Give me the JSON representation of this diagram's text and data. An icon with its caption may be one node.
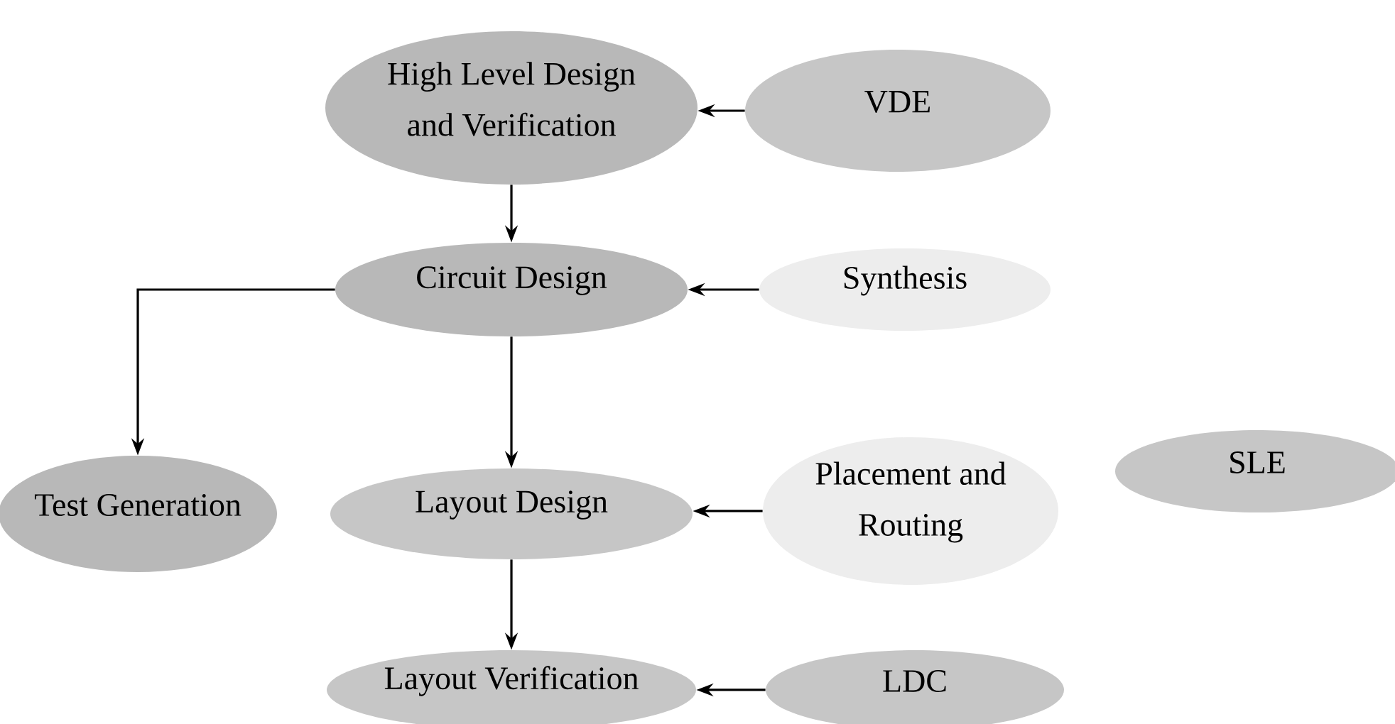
{
  "diagram": {
    "nodes": [
      {
        "text": [
          "High Level Design and Verification"
        ]
      },
      {
        "text": [
          "VDE"
        ]
      },
      {
        "text": [
          "Circuit Design"
        ]
      },
      {
        "text": [
          "Synthesis"
        ]
      },
      {
        "text": [
          "Test Generation"
        ]
      },
      {
        "text": [
          "Layout Design"
        ]
      },
      {
        "text": [
          "Placement and Routing"
        ]
      },
      {
        "text": [
          "SLE"
        ]
      },
      {
        "text": [
          "Layout Verification"
        ]
      },
      {
        "text": [
          "LDC"
        ]
      }
    ],
    "edges": [
      {
        "from": 1,
        "to": 0,
        "arrow": "to"
      },
      {
        "from": 0,
        "to": 2,
        "arrow": "to"
      },
      {
        "from": 3,
        "to": 2,
        "arrow": "to"
      },
      {
        "from": 2,
        "to": 4,
        "arrow": "to"
      },
      {
        "from": 2,
        "to": 5,
        "arrow": "to"
      },
      {
        "from": 6,
        "to": 5,
        "arrow": "to"
      },
      {
        "from": 5,
        "to": 8,
        "arrow": "to"
      },
      {
        "from": 9,
        "to": 8,
        "arrow": "to"
      }
    ]
  }
}
